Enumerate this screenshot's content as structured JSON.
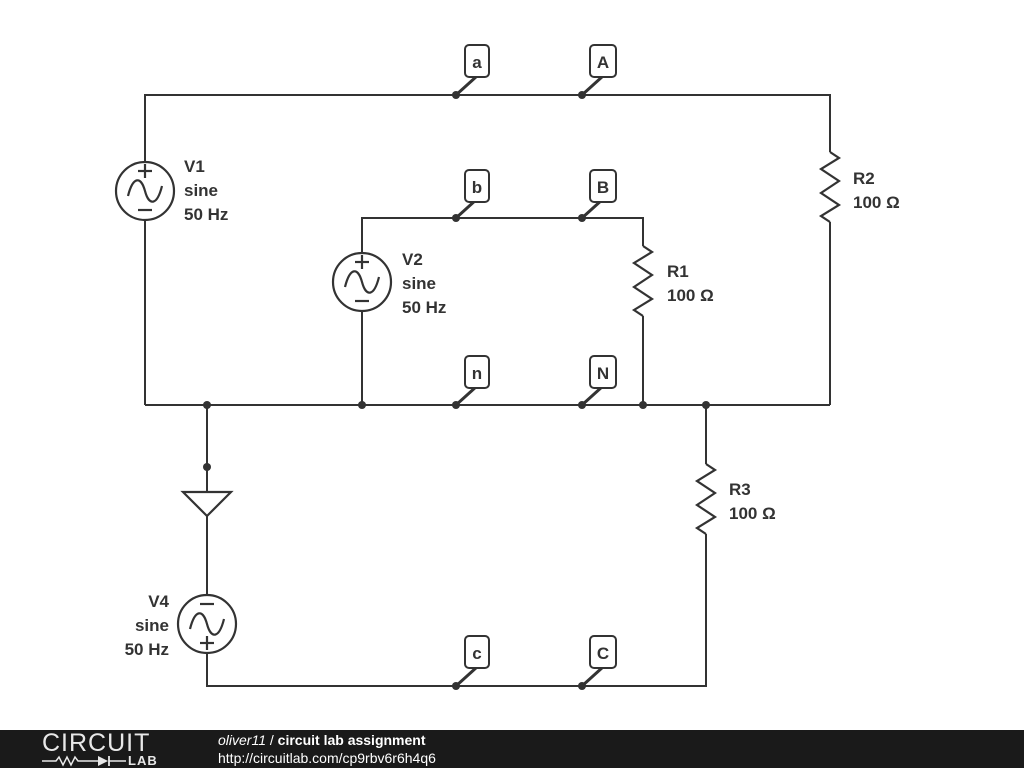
{
  "schematic": {
    "sources": [
      {
        "id": "v1",
        "name": "V1",
        "type": "sine",
        "freq": "50 Hz"
      },
      {
        "id": "v2",
        "name": "V2",
        "type": "sine",
        "freq": "50 Hz"
      },
      {
        "id": "v4",
        "name": "V4",
        "type": "sine",
        "freq": "50 Hz"
      }
    ],
    "resistors": [
      {
        "id": "r1",
        "name": "R1",
        "value": "100 Ω"
      },
      {
        "id": "r2",
        "name": "R2",
        "value": "100 Ω"
      },
      {
        "id": "r3",
        "name": "R3",
        "value": "100 Ω"
      }
    ],
    "probes": [
      "a",
      "A",
      "b",
      "B",
      "n",
      "N",
      "c",
      "C"
    ],
    "symbols": [
      "ac-source-icon",
      "resistor-icon",
      "ground-icon",
      "probe-icon"
    ],
    "colors": {
      "wire": "#333333",
      "footer_bg": "#1a1a1a"
    }
  },
  "footer": {
    "logo_top": "CIRCUIT",
    "logo_bottom": "LAB",
    "author": "oliver11",
    "separator": "/",
    "title": "circuit lab assignment",
    "url": "http://circuitlab.com/cp9rbv6r6h4q6"
  }
}
